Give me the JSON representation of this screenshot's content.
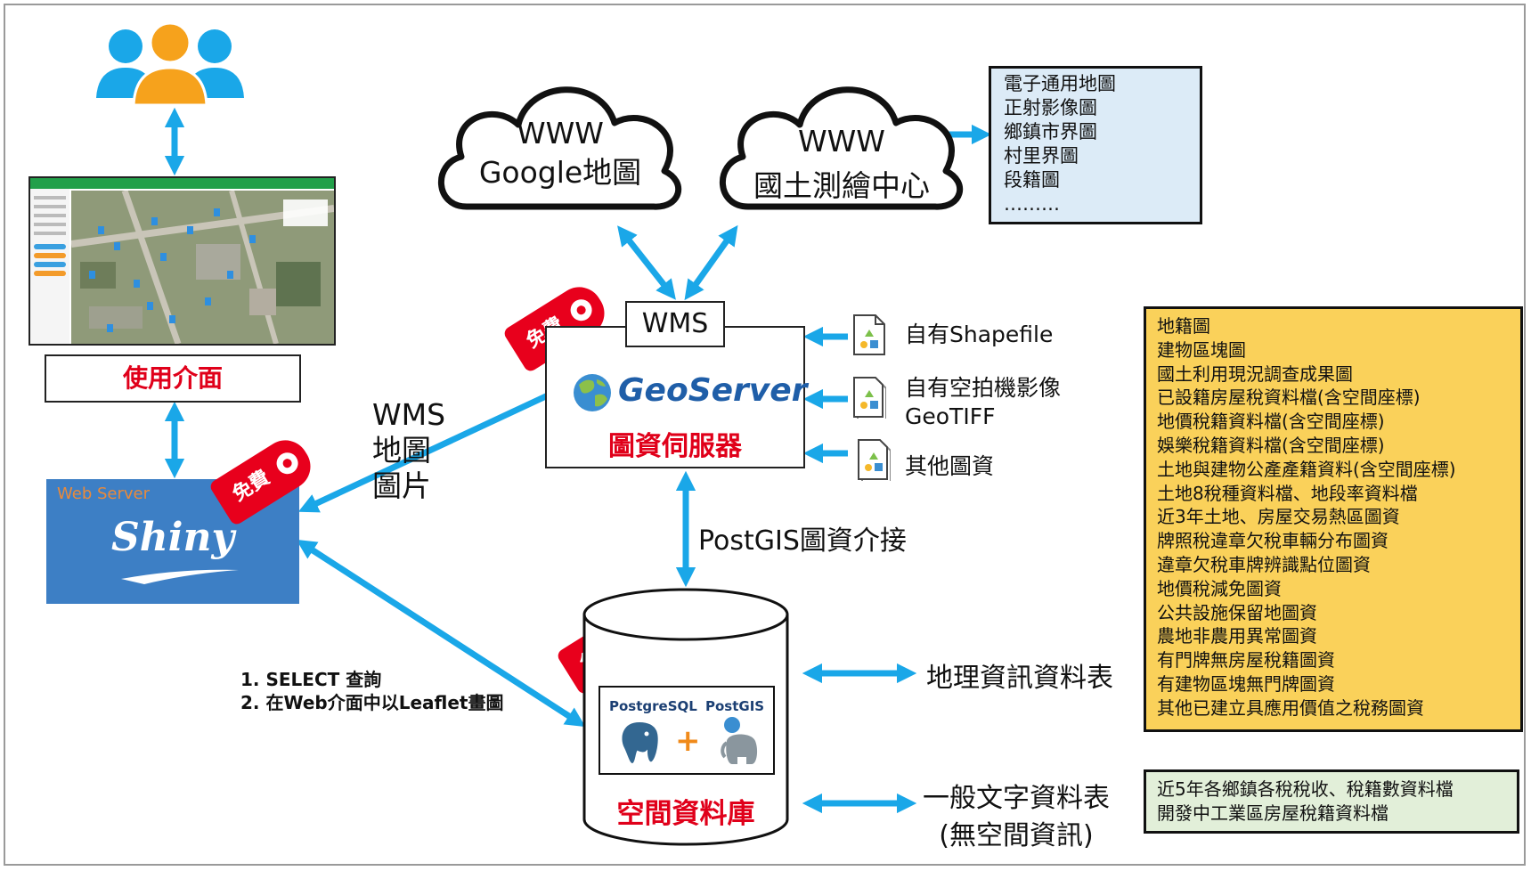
{
  "clouds": {
    "google": {
      "line1": "WWW",
      "line2": "Google地圖"
    },
    "nlsc": {
      "line1": "WWW",
      "line2": "國土測繪中心"
    }
  },
  "nlsc_layers": [
    "電子通用地圖",
    "正射影像圖",
    "鄉鎮市界圖",
    "村里界圖",
    "段籍圖",
    "………"
  ],
  "user_interface": {
    "label": "使用介面"
  },
  "web_server": {
    "caption": "Web Server",
    "logo": "Shiny"
  },
  "free_tag": "免費",
  "wms_box": "WMS",
  "geoserver": {
    "logo": "GeoServer",
    "label": "圖資伺服器"
  },
  "geo_inputs": {
    "shapefile": "自有Shapefile",
    "drone_line1": "自有空拍機影像",
    "drone_line2": "GeoTIFF",
    "other": "其他圖資"
  },
  "wms_map_label": {
    "line1": "WMS",
    "line2": "地圖",
    "line3": "圖片"
  },
  "postgis_link_label": "PostGIS圖資介接",
  "steps": {
    "step1": "1. SELECT 查詢",
    "step2": "2. 在Web介面中以Leaflet畫圖"
  },
  "database": {
    "pg_label": "PostgreSQL",
    "gis_label": "PostGIS",
    "plus": "+",
    "label": "空間資料庫"
  },
  "geo_table_label": "地理資訊資料表",
  "text_table_label": {
    "line1": "一般文字資料表",
    "line2": "(無空間資訊)"
  },
  "geo_tables": [
    "地籍圖",
    "建物區塊圖",
    "國土利用現況調查成果圖",
    "已設籍房屋稅資料檔(含空間座標)",
    "地價稅籍資料檔(含空間座標)",
    "娛樂稅籍資料檔(含空間座標)",
    "土地與建物公產產籍資料(含空間座標)",
    "土地8稅種資料檔、地段率資料檔",
    "近3年土地、房屋交易熱區圖資",
    "牌照稅違章欠稅車輛分布圖資",
    "違章欠稅車牌辨識點位圖資",
    "地價稅減免圖資",
    "公共設施保留地圖資",
    "農地非農用異常圖資",
    "有門牌無房屋稅籍圖資",
    "有建物區塊無門牌圖資",
    "其他已建立具應用價值之稅務圖資"
  ],
  "text_tables": [
    "近5年各鄉鎮各稅稅收、稅籍數資料檔",
    "開發中工業區房屋稅籍資料檔"
  ],
  "colors": {
    "arrow": "#1aa7e8",
    "tag_red": "#e8001c",
    "geo_list_bg": "#fad15a",
    "text_list_bg": "#e2efd9",
    "nlsc_list_bg": "#dcebf7",
    "shiny_bg": "#3d7fc5"
  }
}
